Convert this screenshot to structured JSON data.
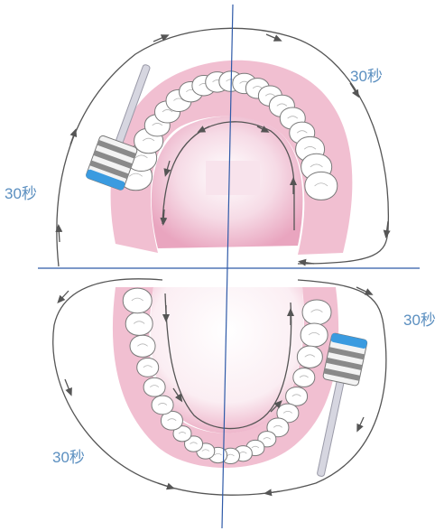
{
  "labels": {
    "upper_right": "30秒",
    "upper_left": "30秒",
    "lower_right": "30秒",
    "lower_left": "30秒"
  },
  "colors": {
    "gum": "#e9a5bf",
    "gum_light": "#f6dbe6",
    "tooth_fill": "#ffffff",
    "tooth_stroke": "#7a7a7a",
    "axis_line": "#2f5aa8",
    "arrow_path": "#555555",
    "label": "#5b8fc0",
    "brush_head_blue": "#3a9be0",
    "brush_bristle": "#d8d8d8"
  },
  "figure": {
    "arches": [
      "upper-jaw",
      "lower-jaw"
    ],
    "quadrants": [
      "upper-left",
      "upper-right",
      "lower-left",
      "lower-right"
    ],
    "icons": [
      "toothbrush-icon-upper-left",
      "toothbrush-icon-lower-right"
    ]
  }
}
